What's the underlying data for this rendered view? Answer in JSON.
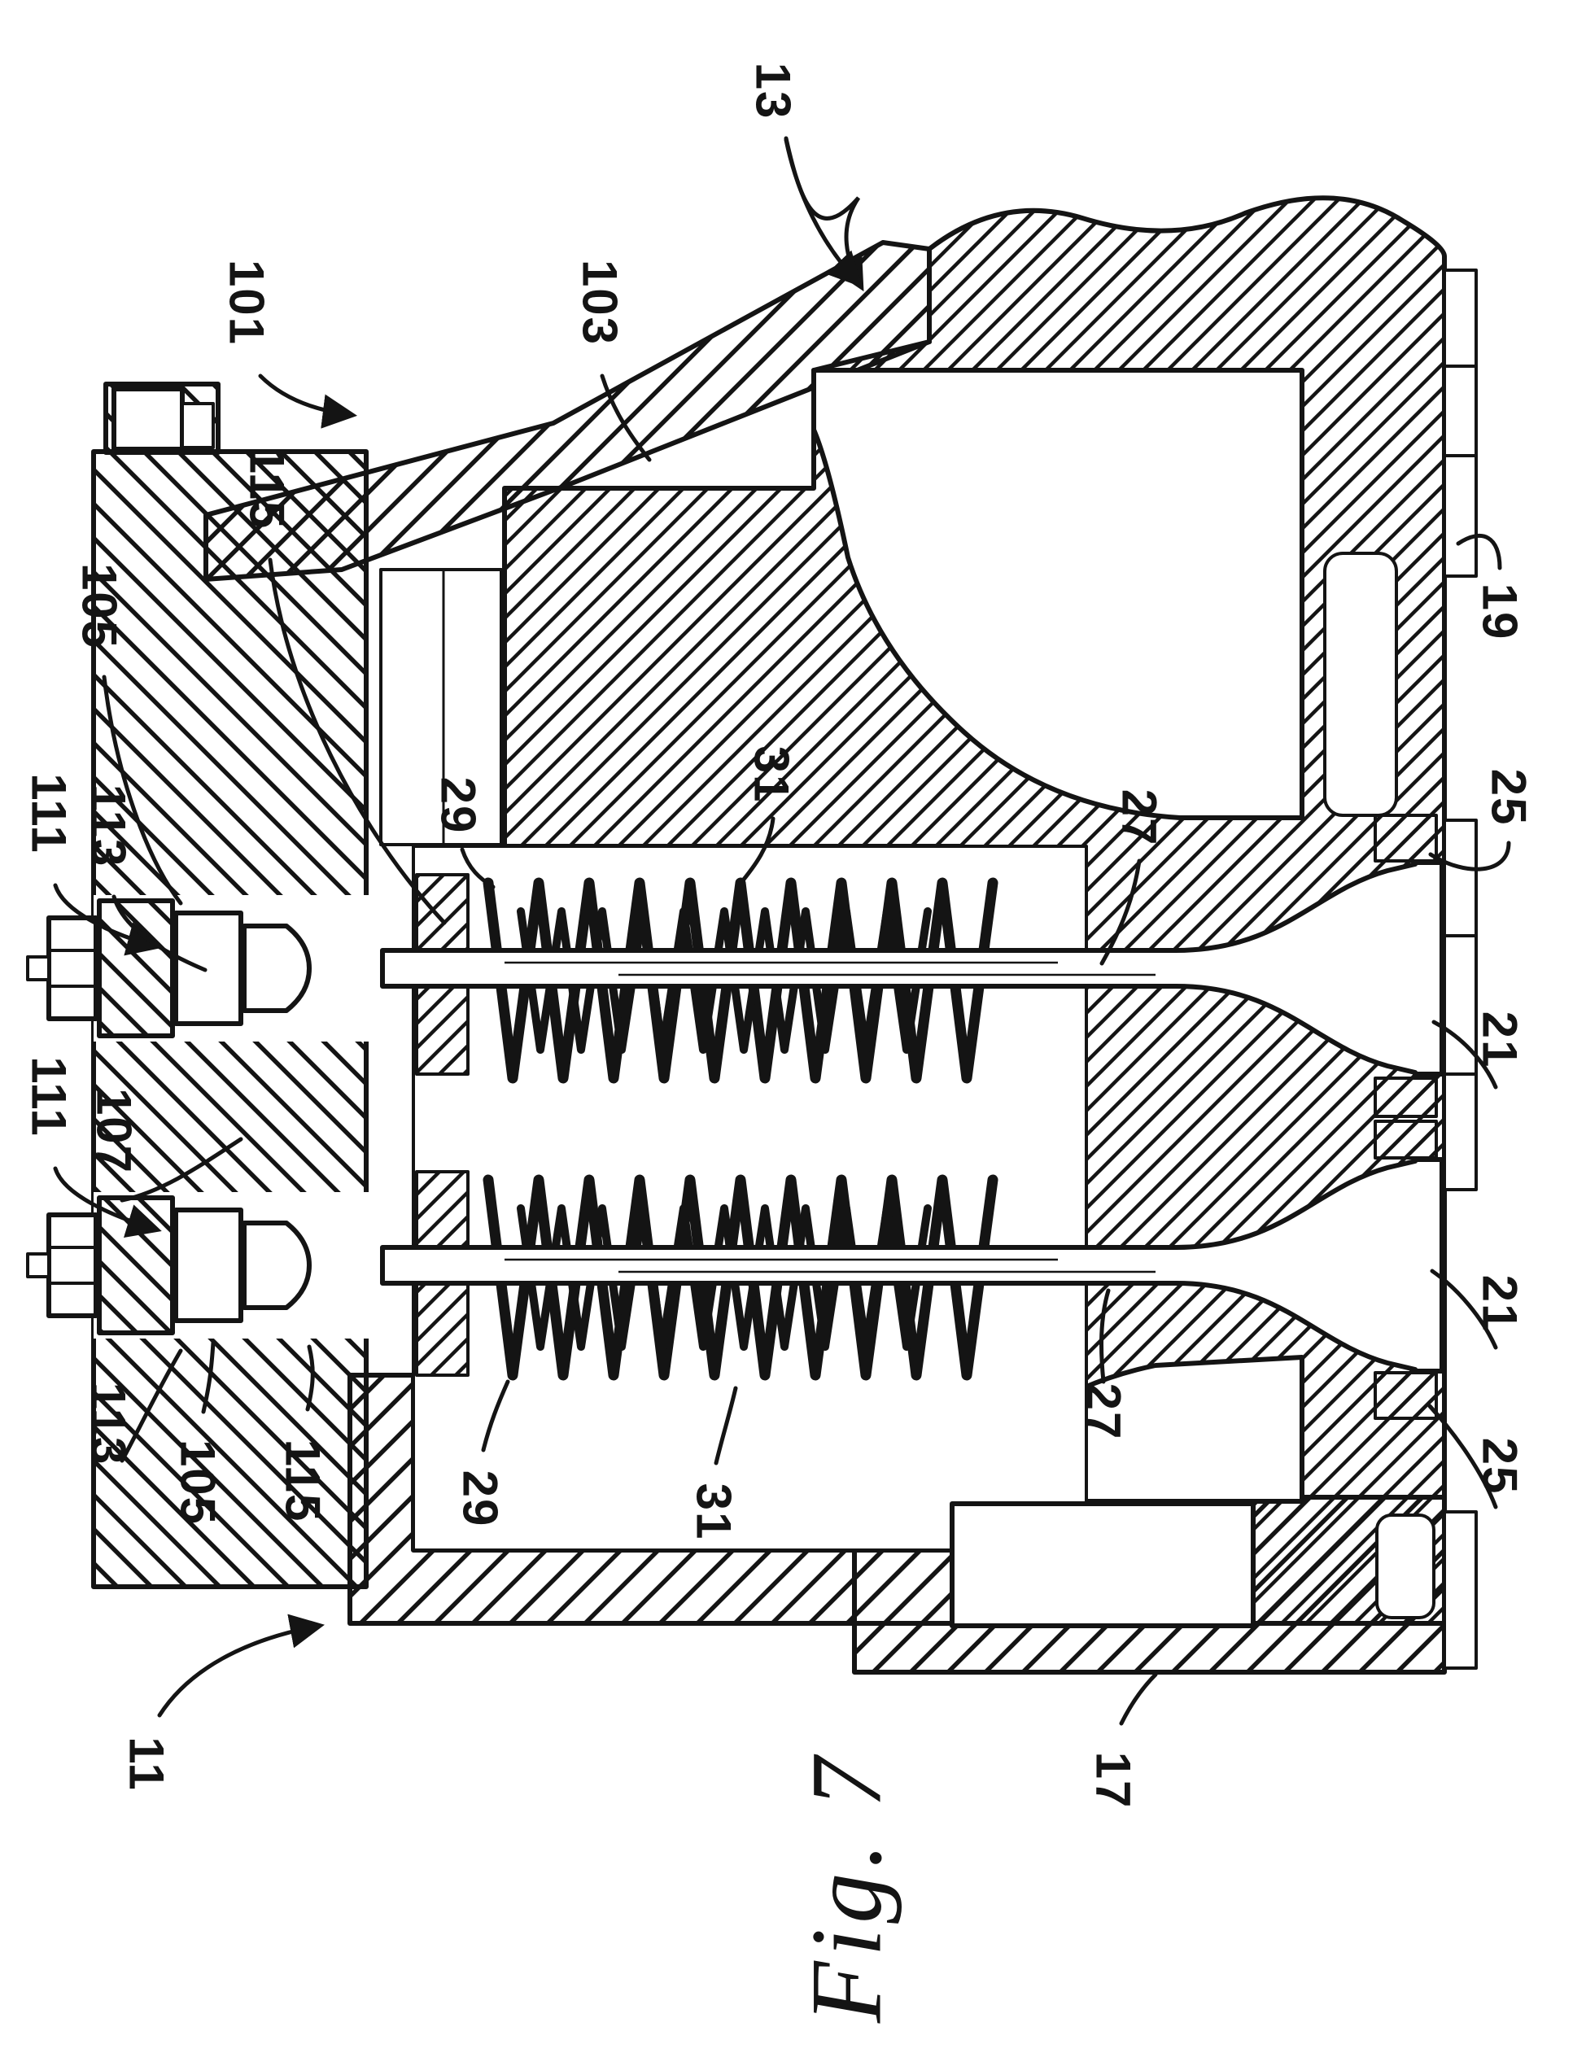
{
  "page": {
    "background": "#ffffff",
    "ink": "#141414"
  },
  "figure": {
    "caption": "Fig. 7"
  },
  "reference_labels": [
    {
      "text": "13"
    },
    {
      "text": "101"
    },
    {
      "text": "103"
    },
    {
      "text": "115"
    },
    {
      "text": "105"
    },
    {
      "text": "111"
    },
    {
      "text": "113"
    },
    {
      "text": "111"
    },
    {
      "text": "107"
    },
    {
      "text": "29"
    },
    {
      "text": "31"
    },
    {
      "text": "19"
    },
    {
      "text": "25"
    },
    {
      "text": "27"
    },
    {
      "text": "21"
    },
    {
      "text": "21"
    },
    {
      "text": "25"
    },
    {
      "text": "27"
    },
    {
      "text": "113"
    },
    {
      "text": "105"
    },
    {
      "text": "115"
    },
    {
      "text": "29"
    },
    {
      "text": "31"
    },
    {
      "text": "11"
    },
    {
      "text": "17"
    }
  ]
}
